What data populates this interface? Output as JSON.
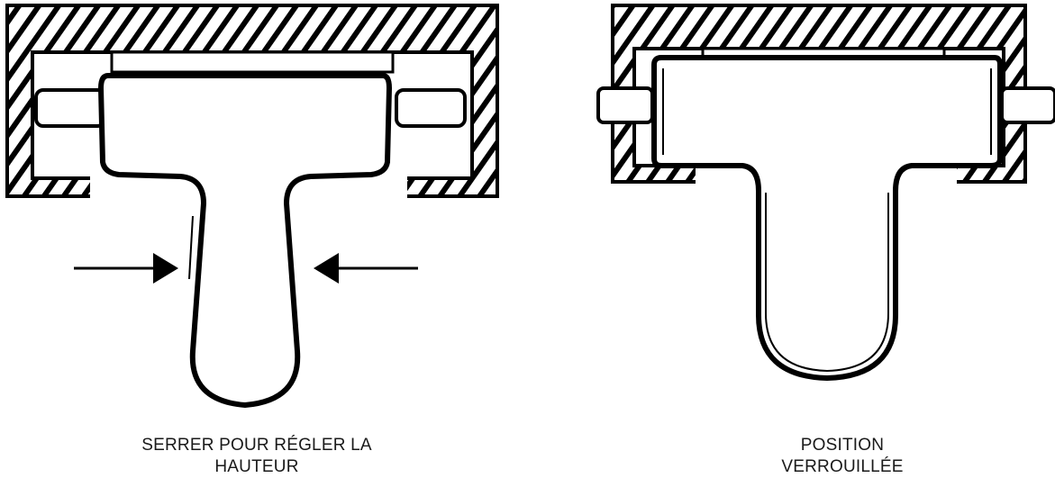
{
  "captions": {
    "left": {
      "line1": "SERRER POUR RÉGLER LA",
      "line2": "HAUTEUR"
    },
    "right": {
      "line1": "POSITION",
      "line2": "VERROUILLÉE"
    }
  },
  "colors": {
    "ink": "#000000",
    "paper": "#ffffff"
  }
}
